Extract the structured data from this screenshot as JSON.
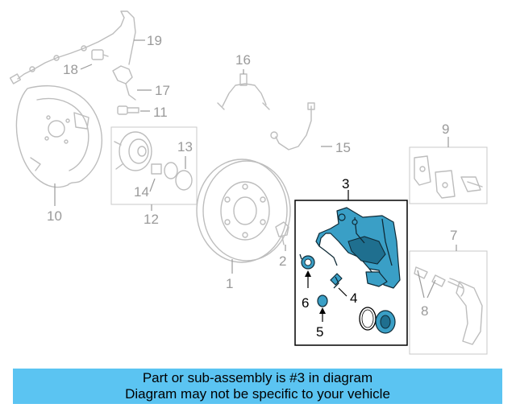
{
  "callouts": {
    "c1": "1",
    "c2": "2",
    "c3": "3",
    "c4": "4",
    "c5": "5",
    "c6": "6",
    "c7": "7",
    "c8": "8",
    "c9": "9",
    "c10": "10",
    "c11": "11",
    "c12": "12",
    "c13": "13",
    "c14": "14",
    "c15": "15",
    "c16": "16",
    "c17": "17",
    "c18": "18",
    "c19": "19"
  },
  "highlighted_part": "3",
  "colors": {
    "highlight": "#3a9fc6",
    "banner": "#5bc4f2",
    "ghost": "#bdbdbd"
  },
  "footer": {
    "line1": "Part or sub-assembly is #3 in diagram",
    "line2": "Diagram may not be specific to your vehicle"
  }
}
